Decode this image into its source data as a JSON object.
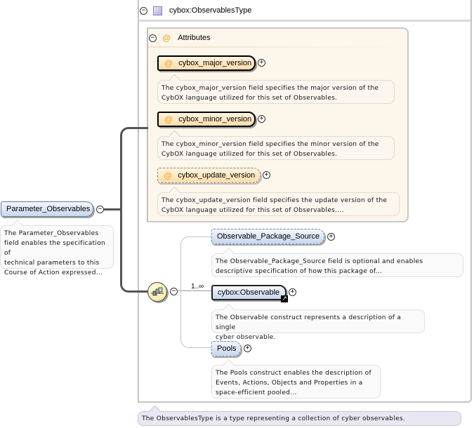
{
  "type_box": {
    "title": "cybox:ObservablesType",
    "collapse_symbol": "−",
    "documentation": "The ObservablesType is a type representing a collection of cyber observables."
  },
  "attributes": {
    "title": "Attributes",
    "icon_glyph": "@",
    "collapse_symbol": "−",
    "items": [
      {
        "name": "cybox_major_version",
        "required": true,
        "doc": [
          "The cybox_major_version field specifies the major version of the",
          "CybOX language utilized for this set of Observables."
        ]
      },
      {
        "name": "cybox_minor_version",
        "required": true,
        "doc": [
          "The cybox_minor_version field specifies the minor version of the",
          "CybOX language utilized for this set of Observables."
        ]
      },
      {
        "name": "cybox_update_version",
        "required": false,
        "doc": [
          "The cybox_update_version field specifies the update version of the",
          "CybOX language utilized for this set of Observables...."
        ]
      }
    ]
  },
  "root_element": {
    "name": "Parameter_Observables",
    "collapse_symbol": "−",
    "doc": [
      "The Parameter_Observables",
      "field enables the specification of",
      "technical parameters to this",
      "Course of Action expressed..."
    ]
  },
  "sequence": {
    "collapse_symbol": "−",
    "children": [
      {
        "name": "Observable_Package_Source",
        "optional": true,
        "cardinality": "",
        "doc": [
          "The Observable_Package_Source field is optional and enables",
          "descriptive specification of how this package of..."
        ]
      },
      {
        "name": "cybox:Observable",
        "optional": false,
        "cardinality": "1..∞",
        "is_reference": true,
        "doc": [
          "The Observable construct represents a description of a single",
          "cyber observable."
        ]
      },
      {
        "name": "Pools",
        "optional": true,
        "cardinality": "",
        "doc": [
          "The Pools construct enables the description of",
          "Events, Actions, Objects and Properties in a",
          "space-efficient pooled..."
        ]
      }
    ]
  },
  "icons": {
    "expand_symbol": "+",
    "reference_arrow": "↗"
  }
}
